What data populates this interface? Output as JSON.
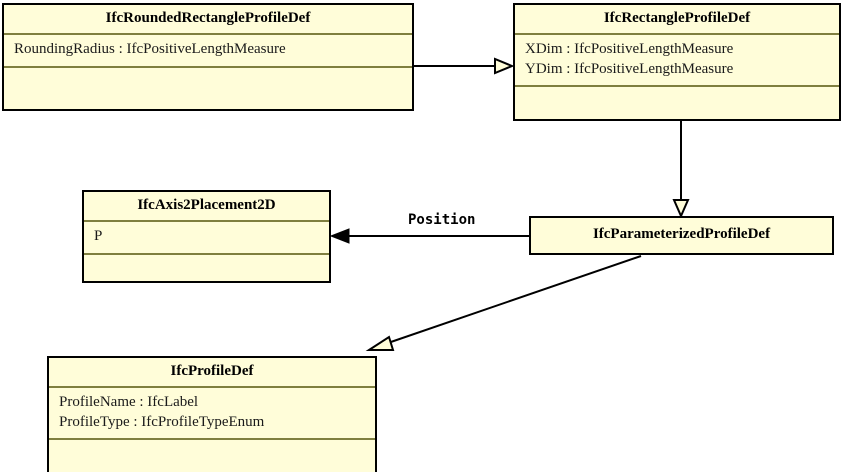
{
  "diagram": {
    "type": "uml-class-diagram",
    "title": "",
    "background_color": "#ffffff",
    "class_fill_color": "#fffdd9",
    "class_border_color": "#000000",
    "compartment_divider_color": "#7f7f3f",
    "edge_color": "#000000"
  },
  "classes": [
    {
      "id": "ifc-rounded-rectangle-profile-def",
      "name": "IfcRoundedRectangleProfileDef",
      "attributes": [
        "RoundingRadius : IfcPositiveLengthMeasure"
      ],
      "operations": []
    },
    {
      "id": "ifc-rectangle-profile-def",
      "name": "IfcRectangleProfileDef",
      "attributes": [
        "XDim : IfcPositiveLengthMeasure",
        "YDim : IfcPositiveLengthMeasure"
      ],
      "operations": []
    },
    {
      "id": "ifc-axis2-placement-2d",
      "name": "IfcAxis2Placement2D",
      "attributes": [
        "P"
      ],
      "operations": []
    },
    {
      "id": "ifc-parameterized-profile-def",
      "name": "IfcParameterizedProfileDef",
      "attributes": [],
      "operations": []
    },
    {
      "id": "ifc-profile-def",
      "name": "IfcProfileDef",
      "attributes": [
        "ProfileName : IfcLabel",
        "ProfileType : IfcProfileTypeEnum"
      ],
      "operations": []
    }
  ],
  "edges": [
    {
      "id": "edge-roundedrect-to-rect",
      "from": "ifc-rounded-rectangle-profile-def",
      "to": "ifc-rectangle-profile-def",
      "kind": "generalization",
      "arrowhead": "hollow-triangle",
      "label": ""
    },
    {
      "id": "edge-rect-to-parameterized",
      "from": "ifc-rectangle-profile-def",
      "to": "ifc-parameterized-profile-def",
      "kind": "generalization",
      "arrowhead": "hollow-triangle",
      "label": ""
    },
    {
      "id": "edge-parameterized-to-axis2placement",
      "from": "ifc-parameterized-profile-def",
      "to": "ifc-axis2-placement-2d",
      "kind": "association",
      "arrowhead": "solid-arrow",
      "label": "Position"
    },
    {
      "id": "edge-parameterized-to-profiledef",
      "from": "ifc-parameterized-profile-def",
      "to": "ifc-profile-def",
      "kind": "generalization",
      "arrowhead": "hollow-triangle",
      "label": ""
    }
  ]
}
